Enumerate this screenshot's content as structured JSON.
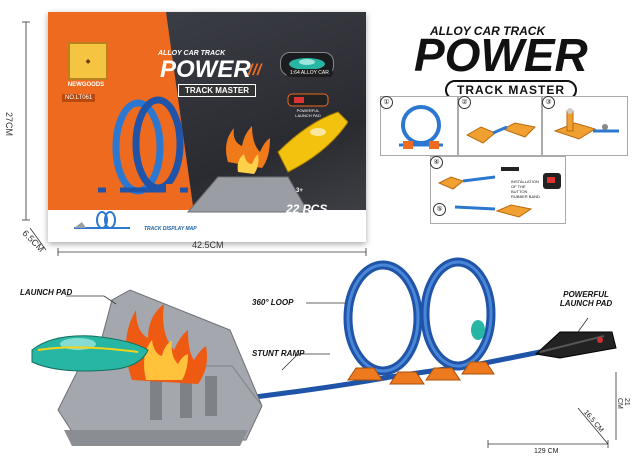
{
  "box": {
    "brand": "NEWGOODS",
    "model_no": "NO.LT061",
    "subtitle": "ALLOY CAR TRACK",
    "title": "POWER",
    "track_label": "TRACK MASTER",
    "car_label": "1:64 ALLOY CAR",
    "launch_label": "POWERFUL LAUNCH PAD",
    "age": "3+",
    "pieces": "22 PCS",
    "display_label": "TRACK DISPLAY MAP"
  },
  "dimensions": {
    "box_height": "27CM",
    "box_depth": "6.5CM",
    "box_width": "42.5CM",
    "set_length": "129 CM",
    "set_depth": "16.5 CM",
    "set_height": "21 CM"
  },
  "logo": {
    "subtitle": "ALLOY CAR TRACK",
    "title": "POWER",
    "track": "TRACK MASTER"
  },
  "steps": [
    {
      "num": "①"
    },
    {
      "num": "②"
    },
    {
      "num": "③"
    },
    {
      "num": "④",
      "note": "INSTALLATION OF THE BUTTON RUBBER BAND"
    },
    {
      "num": "⑤"
    }
  ],
  "annotations": {
    "launch_pad": "LAUNCH PAD",
    "loop": "360° LOOP",
    "stunt_ramp": "STUNT RAMP",
    "powerful_launch": "POWERFUL\nLAUNCH PAD"
  },
  "colors": {
    "orange": "#ee6a1f",
    "track_blue": "#1f54a8",
    "ramp_gray": "#9a9da3",
    "flame": "#f07a1a",
    "car_teal": "#27b6a3"
  }
}
